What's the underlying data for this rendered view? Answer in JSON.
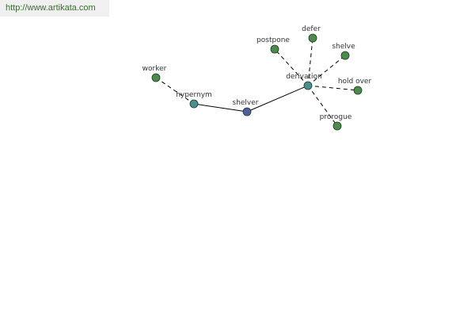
{
  "source": {
    "url": "http://www.artikata.com"
  },
  "colors": {
    "word_node": "#4b8b4b",
    "hub_node": "#4a8f8f",
    "center_node": "#4d5fa0",
    "edge": "#000000"
  },
  "graph": {
    "nodes": {
      "worker": "worker",
      "hypernym": "hypernym",
      "shelver": "shelver",
      "derivation": "derivation",
      "postpone": "postpone",
      "defer": "defer",
      "shelve": "shelve",
      "hold_over": "hold over",
      "prorogue": "prorogue"
    },
    "edges": [
      {
        "from": "worker",
        "to": "hypernym",
        "style": "dashed"
      },
      {
        "from": "hypernym",
        "to": "shelver",
        "style": "solid"
      },
      {
        "from": "shelver",
        "to": "derivation",
        "style": "solid"
      },
      {
        "from": "derivation",
        "to": "postpone",
        "style": "dashed"
      },
      {
        "from": "derivation",
        "to": "defer",
        "style": "dashed"
      },
      {
        "from": "derivation",
        "to": "shelve",
        "style": "dashed"
      },
      {
        "from": "derivation",
        "to": "hold_over",
        "style": "dashed"
      },
      {
        "from": "derivation",
        "to": "prorogue",
        "style": "dashed"
      }
    ]
  }
}
